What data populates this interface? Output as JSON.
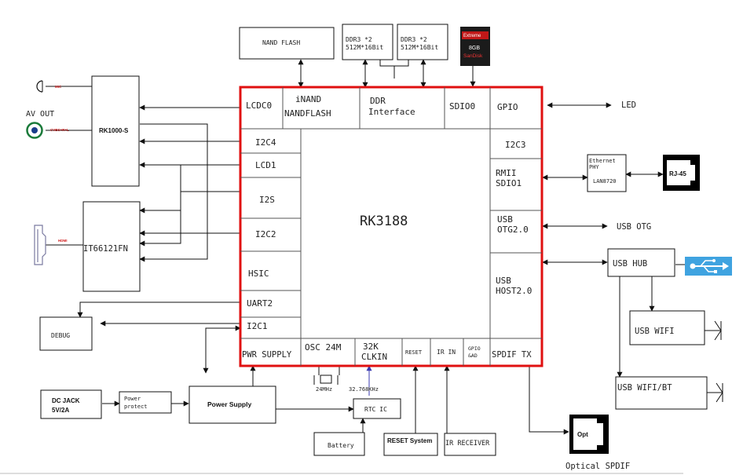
{
  "chip": {
    "name": "RK3188",
    "left": [
      "LCDC0",
      "I2C4",
      "LCD1",
      "I2S",
      "I2C2",
      "HSIC",
      "UART2",
      "I2C1"
    ],
    "top": {
      "inand1": "iNAND",
      "inand2": "NANDFLASH",
      "ddr1": "DDR",
      "ddr2": "Interface",
      "sdio0": "SDIO0",
      "gpio": "GPIO"
    },
    "right": {
      "i2c3": "I2C3",
      "rmii1": "RMII",
      "rmii2": "SDIO1",
      "otg1": "USB",
      "otg2": "OTG2.0",
      "host1": "USB",
      "host2": "HOST2.0"
    },
    "bottom": {
      "pwr": "PWR SUPPLY",
      "osc": "OSC 24M",
      "k32a": "32K",
      "k32b": "CLKIN",
      "reset": "RESET",
      "irin": "IR IN",
      "gpioad1": "GPIO",
      "gpioad2": "&AD",
      "spdif": "SPDIF TX"
    }
  },
  "blocks": {
    "nand": "NAND FLASH",
    "ddr_a1": "DDR3 *2",
    "ddr_a2": "512M*16Bit",
    "ddr_b1": "DDR3 *2",
    "ddr_b2": "512M*16Bit",
    "rk1000": "RK1000-S",
    "it66121": "IT66121FN",
    "debug": "DEBUG",
    "dcjack1": "DC JACK",
    "dcjack2": "5V/2A",
    "powerprotect1": "Power",
    "powerprotect2": "protect",
    "powersupply": "Power Supply",
    "rtc": "RTC IC",
    "battery": "Battery",
    "resetsys": "RESET System",
    "irrecv": "IR RECEIVER",
    "eth1": "Ethernet",
    "eth2": "PHY",
    "eth3": "LAN8720",
    "rj45": "RJ-45",
    "usbhub": "USB HUB",
    "usbwifi": "USB WIFI",
    "usbwifibt": "USB WIFI/BT",
    "opt": "Opt"
  },
  "labels": {
    "led": "LED",
    "usbotg": "USB OTG",
    "avout": "AV OUT",
    "mic": "MIC",
    "cvbs": "CVBS+R+L",
    "hdmi": "HDMI",
    "xtal24": "24MHz",
    "xtal32": "32.768KHz",
    "optical": "Optical SPDIF",
    "sd1": "Extreme",
    "sd2": "8GB",
    "sd3": "SanDisk"
  },
  "colors": {
    "chip_border": "#e01010",
    "line": "#111111",
    "clk_line": "#3a3ab0",
    "usb_blue": "#3fa3e0"
  }
}
